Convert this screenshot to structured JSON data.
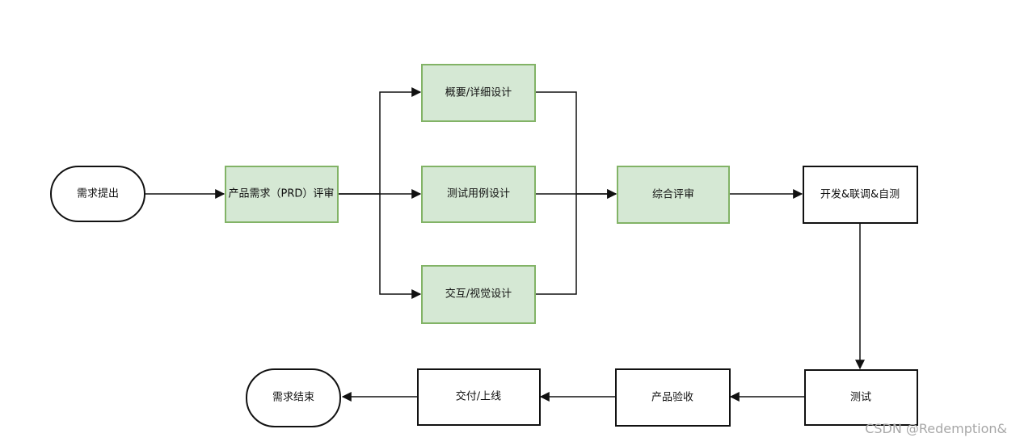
{
  "diagram": {
    "nodes": {
      "start": {
        "label": "需求提出",
        "shape": "stadium"
      },
      "prd_review": {
        "label": "产品需求（PRD）评审",
        "fill": "#d5e8d4",
        "stroke": "#82b366"
      },
      "detail_design": {
        "label": "概要/详细设计",
        "fill": "#d5e8d4",
        "stroke": "#82b366"
      },
      "test_case_design": {
        "label": "测试用例设计",
        "fill": "#d5e8d4",
        "stroke": "#82b366"
      },
      "ux_design": {
        "label": "交互/视觉设计",
        "fill": "#d5e8d4",
        "stroke": "#82b366"
      },
      "combined_review": {
        "label": "综合评审",
        "fill": "#d5e8d4",
        "stroke": "#82b366"
      },
      "dev_selftest": {
        "label": "开发&联调&自测"
      },
      "testing": {
        "label": "测试"
      },
      "acceptance": {
        "label": "产品验收"
      },
      "release": {
        "label": "交付/上线"
      },
      "end": {
        "label": "需求结束",
        "shape": "stadium"
      }
    },
    "edges": [
      {
        "from": "start",
        "to": "prd_review"
      },
      {
        "from": "prd_review",
        "to": "detail_design"
      },
      {
        "from": "prd_review",
        "to": "test_case_design"
      },
      {
        "from": "prd_review",
        "to": "ux_design"
      },
      {
        "from": "detail_design",
        "to": "combined_review"
      },
      {
        "from": "test_case_design",
        "to": "combined_review"
      },
      {
        "from": "ux_design",
        "to": "combined_review"
      },
      {
        "from": "combined_review",
        "to": "dev_selftest"
      },
      {
        "from": "dev_selftest",
        "to": "testing"
      },
      {
        "from": "testing",
        "to": "acceptance"
      },
      {
        "from": "acceptance",
        "to": "release"
      },
      {
        "from": "release",
        "to": "end"
      }
    ]
  },
  "watermark": "CSDN @Redemption&"
}
